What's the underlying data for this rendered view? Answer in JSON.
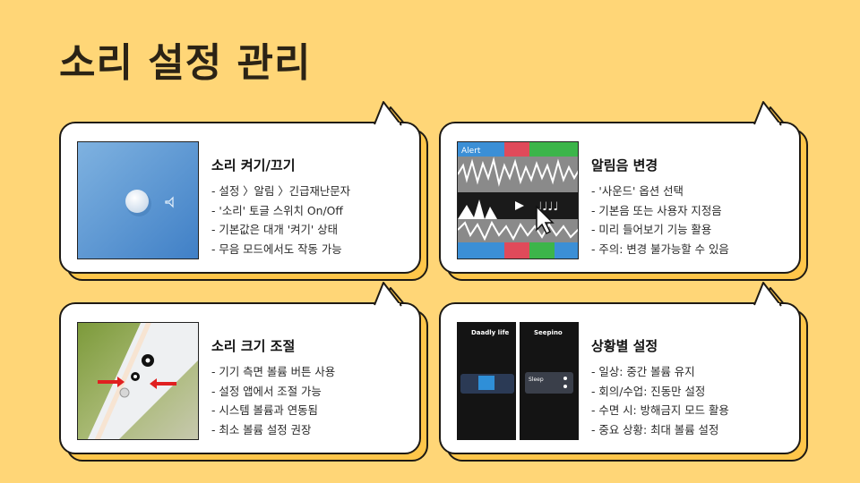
{
  "title": "소리 설정 관리",
  "cards": [
    {
      "heading": "소리 켜기/끄기",
      "bullets": [
        "설정 〉알림 〉긴급재난문자",
        "'소리' 토글 스위치 On/Off",
        "기본값은 대개 '켜기' 상태",
        "무음 모드에서도 작동 가능"
      ]
    },
    {
      "heading": "알림음 변경",
      "bullets": [
        "'사운드' 옵션 선택",
        "기본음 또는 사용자 지정음",
        "미리 들어보기 기능 활용",
        "주의: 변경 불가능할 수 있음"
      ],
      "image_label": "Alert"
    },
    {
      "heading": "소리 크기 조절",
      "bullets": [
        "기기 측면 볼륨 버튼 사용",
        "설정 앱에서 조절 가능",
        "시스템 볼륨과 연동됨",
        "최소 볼륨 설정 권장"
      ]
    },
    {
      "heading": "상황별 설정",
      "bullets": [
        "일상: 중간 볼륨 유지",
        "회의/수업: 진동만 설정",
        "수면 시: 방해금지 모드 활용",
        "중요 상황: 최대 볼륨 설정"
      ],
      "image_labels": {
        "left_title": "Daadly life",
        "right_title": "Seepino",
        "sleep": "Sleep"
      }
    }
  ],
  "colors": {
    "background": "#FFD677",
    "shadow": "#FFC64A",
    "outline": "#1e1a14"
  }
}
